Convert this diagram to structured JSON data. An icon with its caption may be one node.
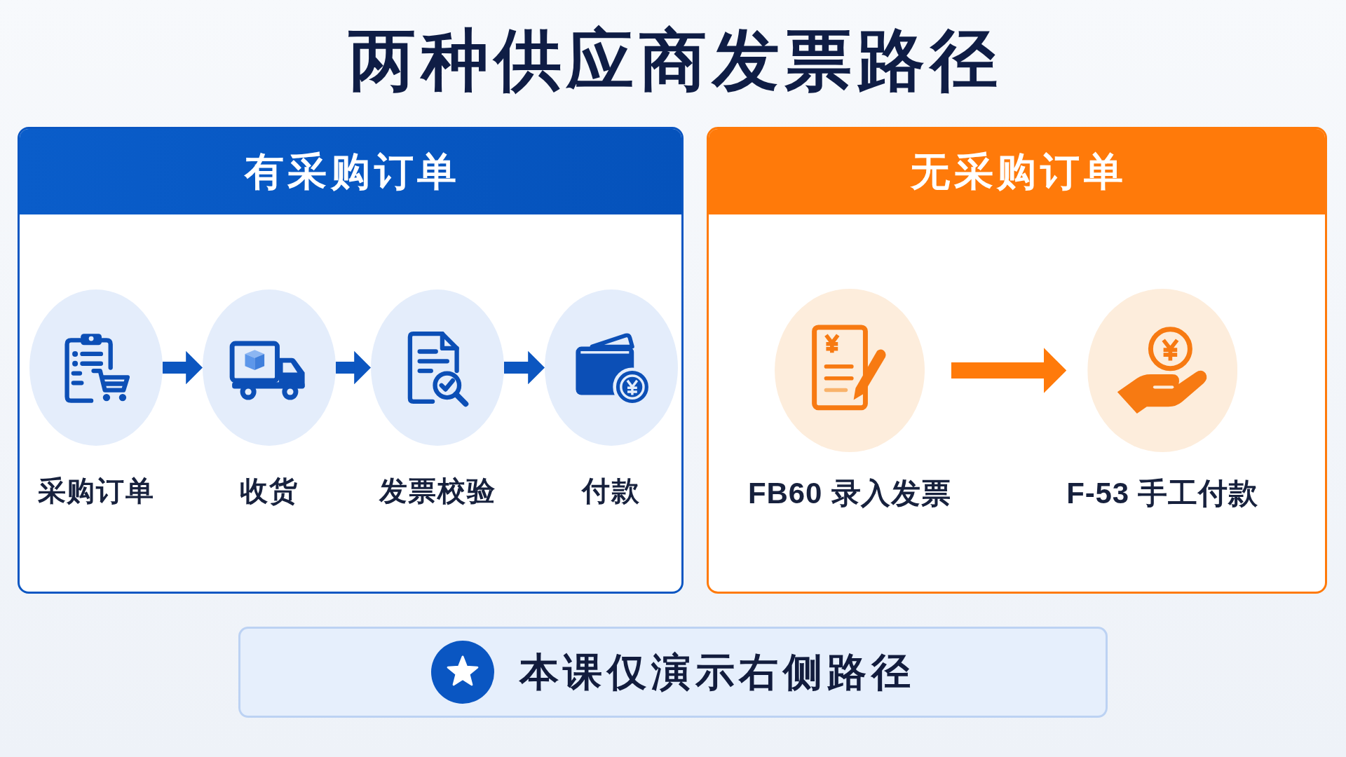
{
  "diagram": {
    "title": "两种供应商发票路径",
    "nodes": [
      {
        "text": [
          "有采购订单"
        ]
      },
      {
        "text": [
          "采购订单"
        ],
        "in": 0
      },
      {
        "text": [
          "收货"
        ],
        "in": 0
      },
      {
        "text": [
          "发票校验"
        ],
        "in": 0
      },
      {
        "text": [
          "付款"
        ],
        "in": 0
      },
      {
        "text": [
          "无采购订单"
        ]
      },
      {
        "text": [
          "FB60 录入发票"
        ],
        "in": 5
      },
      {
        "text": [
          "F-53 手工付款"
        ],
        "in": 5
      },
      {
        "text": [
          "本课仅演示右侧路径"
        ]
      }
    ],
    "edges": [
      {
        "from": 1,
        "to": 2,
        "arrow": "to"
      },
      {
        "from": 2,
        "to": 3,
        "arrow": "to"
      },
      {
        "from": 3,
        "to": 4,
        "arrow": "to"
      },
      {
        "from": 6,
        "to": 7,
        "arrow": "to",
        "color": "#ff7a0a"
      }
    ]
  }
}
